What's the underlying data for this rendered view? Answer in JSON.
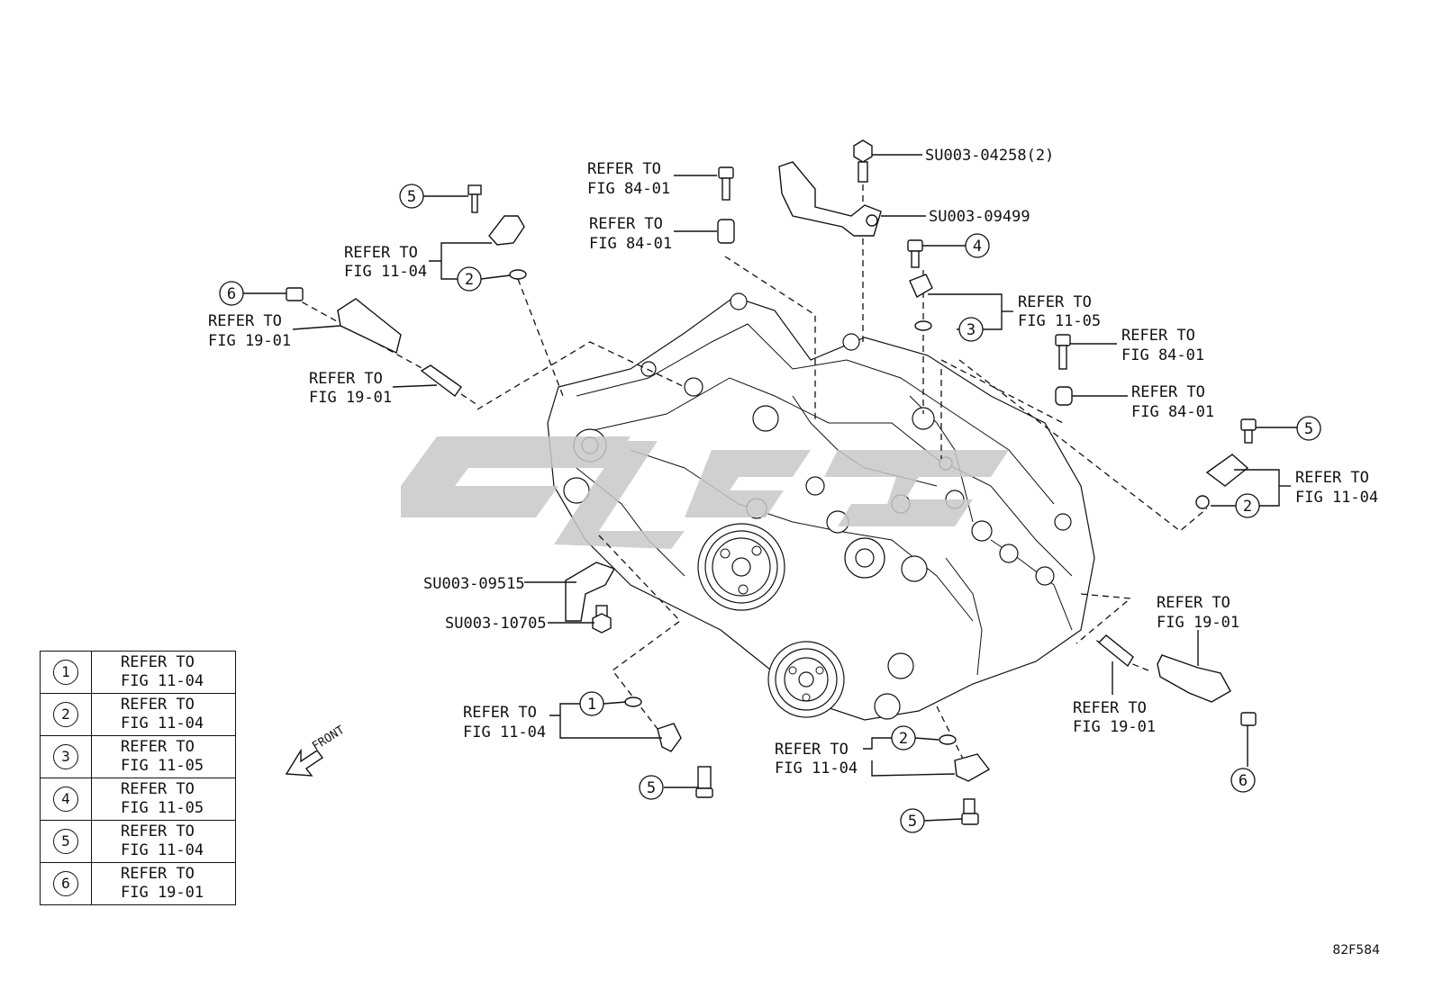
{
  "callouts": {
    "ref_84_01_a": {
      "line1": "REFER TO",
      "line2": "FIG 84-01"
    },
    "ref_84_01_b": {
      "line1": "REFER TO",
      "line2": "FIG 84-01"
    },
    "su_04258": "SU003-04258(2)",
    "su_09499": "SU003-09499",
    "ref_11_04_tl": {
      "line1": "REFER TO",
      "line2": "FIG 11-04"
    },
    "ref_19_01_coil_l": {
      "line1": "REFER TO",
      "line2": "FIG 19-01"
    },
    "ref_19_01_plug_l": {
      "line1": "REFER TO",
      "line2": "FIG 19-01"
    },
    "ref_11_05": {
      "line1": "REFER TO",
      "line2": "FIG 11-05"
    },
    "ref_84_01_c": {
      "line1": "REFER TO",
      "line2": "FIG 84-01"
    },
    "ref_84_01_d": {
      "line1": "REFER TO",
      "line2": "FIG 84-01"
    },
    "ref_11_04_r": {
      "line1": "REFER TO",
      "line2": "FIG 11-04"
    },
    "su_09515": "SU003-09515",
    "su_10705": "SU003-10705",
    "ref_19_01_coil_r": {
      "line1": "REFER TO",
      "line2": "FIG 19-01"
    },
    "ref_19_01_plug_r": {
      "line1": "REFER TO",
      "line2": "FIG 19-01"
    },
    "ref_11_04_bl": {
      "line1": "REFER TO",
      "line2": "FIG 11-04"
    },
    "ref_11_04_bc": {
      "line1": "REFER TO",
      "line2": "FIG 11-04"
    }
  },
  "badges": {
    "b1": "1",
    "b2": "2",
    "b3": "3",
    "b4": "4",
    "b5": "5",
    "b6": "6"
  },
  "front_label": "FRONT",
  "legend": [
    {
      "num": "1",
      "line1": "REFER TO",
      "line2": "FIG 11-04"
    },
    {
      "num": "2",
      "line1": "REFER TO",
      "line2": "FIG 11-04"
    },
    {
      "num": "3",
      "line1": "REFER TO",
      "line2": "FIG 11-05"
    },
    {
      "num": "4",
      "line1": "REFER TO",
      "line2": "FIG 11-05"
    },
    {
      "num": "5",
      "line1": "REFER TO",
      "line2": "FIG 11-04"
    },
    {
      "num": "6",
      "line1": "REFER TO",
      "line2": "FIG 19-01"
    }
  ],
  "catalog_code": "82F584",
  "colors": {
    "line": "#111111",
    "background": "#ffffff",
    "watermark": "#c8c8c8"
  }
}
